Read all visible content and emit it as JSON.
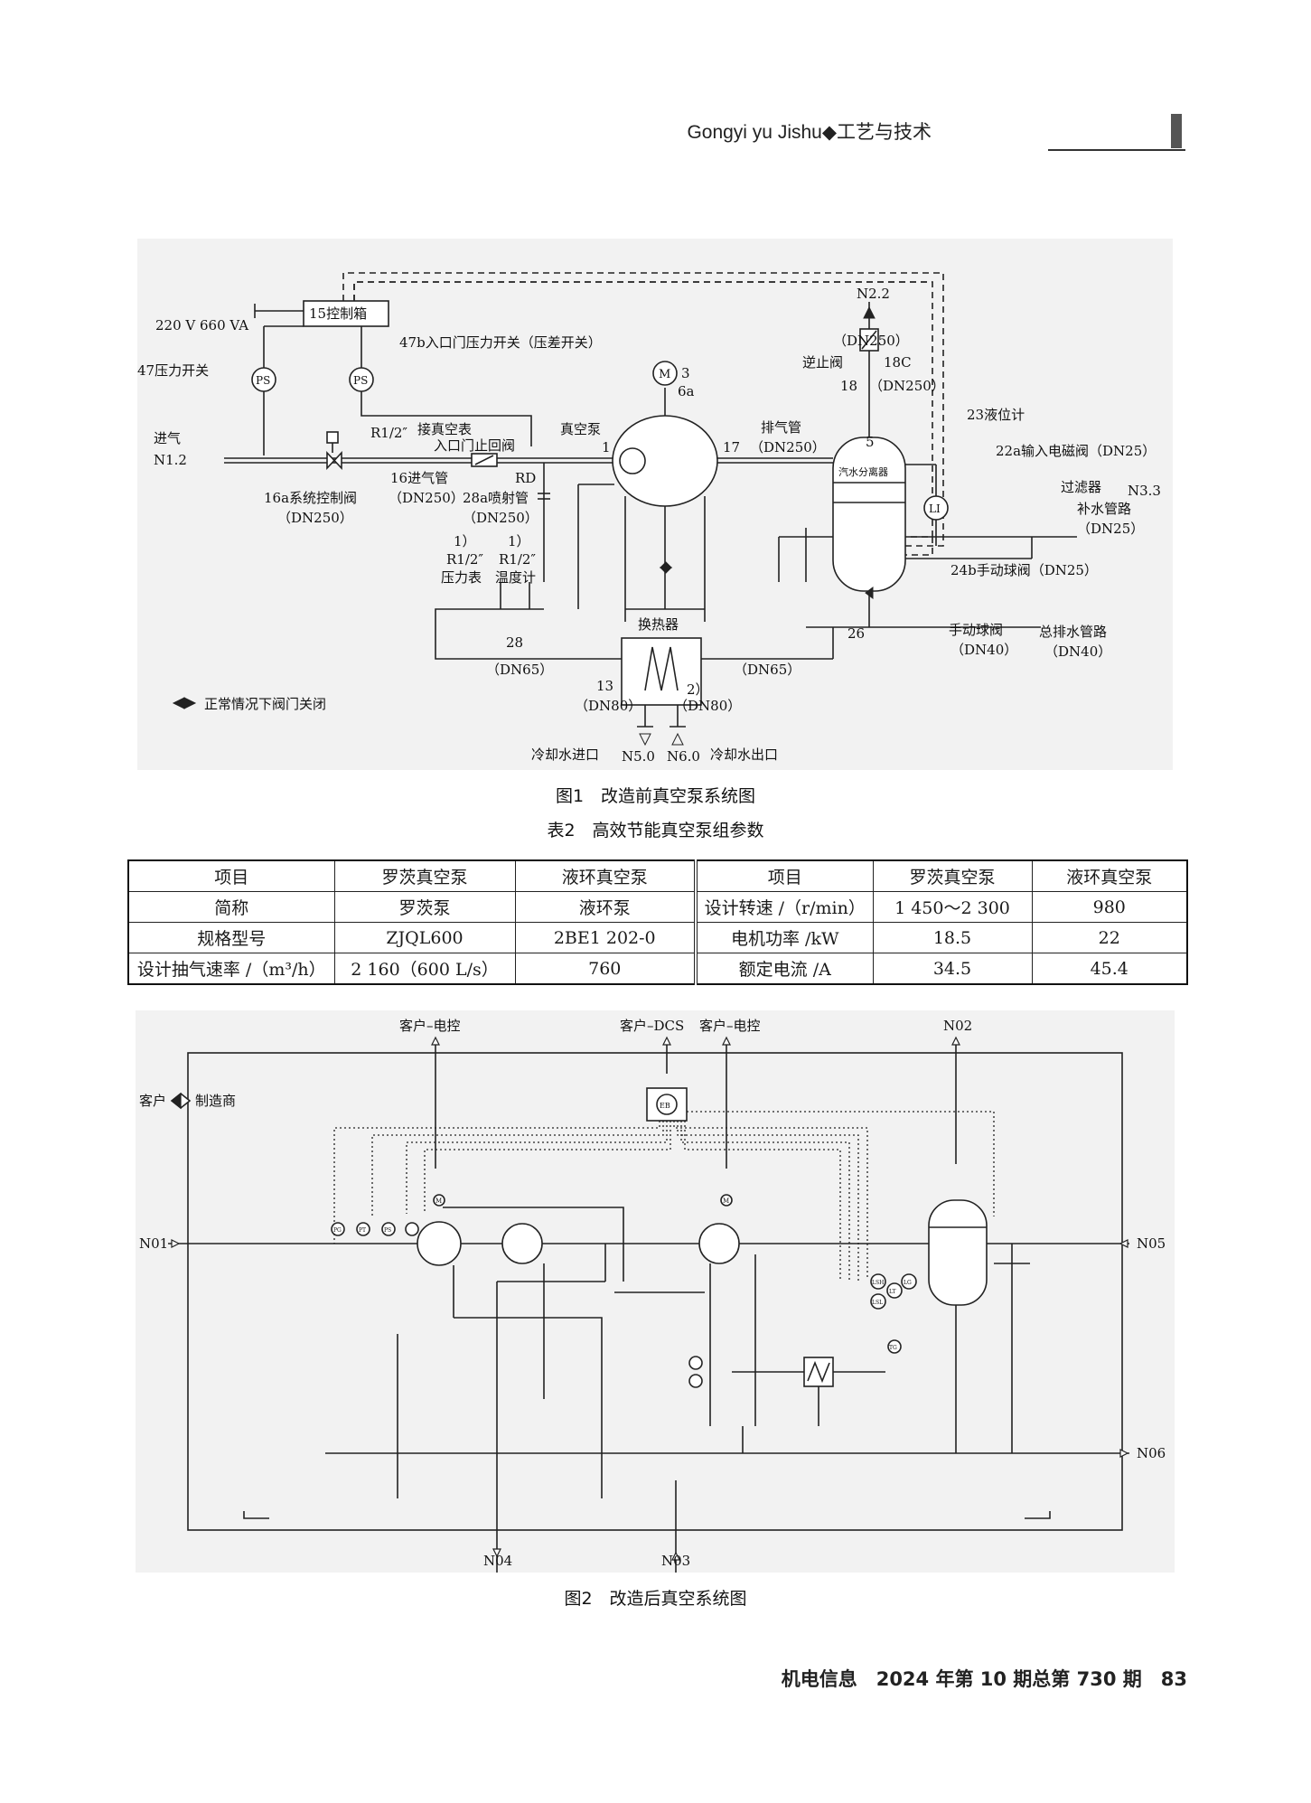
{
  "header": {
    "running_title": "Gongyi yu Jishu◆工艺与技术"
  },
  "figure1": {
    "caption": "图1　改造前真空泵系统图",
    "labels": {
      "power": "220 V 660 VA",
      "control_box": "15控制箱",
      "ps47": "47压力开关",
      "ps47b": "47b入口门压力开关（压差开关）",
      "ps": "PS",
      "inlet": "进气",
      "n12": "N1.2",
      "r12a": "R1/2″",
      "vac_gauge": "接真空表",
      "check_valve_inlet": "入口门止回阀",
      "pipe16": "16进气管",
      "dn250a": "（DN250）",
      "ctrl_valve": "16a系统控制阀",
      "dn250b": "（DN250）",
      "rd": "RD",
      "ejector": "28a喷射管",
      "dn250c": "（DN250）",
      "vac_pump": "真空泵",
      "motor_m": "M",
      "motor_no": "3",
      "motor_6a": "6a",
      "pump_no": "1",
      "exhaust_no": "17",
      "exhaust": "排气管",
      "dn250d": "（DN250）",
      "n22": "N2.2",
      "dn250e": "（DN250）",
      "check_valve": "逆止阀",
      "n18c": "18C",
      "n18": "18",
      "dn250f": "（DN250）",
      "level_meter": "23液位计",
      "li": "LI",
      "sep_no": "5",
      "separator": "汽水分离器",
      "solenoid": "22a输入电磁阀（DN25）",
      "filter": "过滤器",
      "n33": "N3.3",
      "makeup": "补水管路",
      "dn25": "（DN25）",
      "ball_valve": "24b手动球阀（DN25）",
      "one_a": "1）",
      "one_b": "1）",
      "r12b": "R1/2″",
      "r12c": "R1/2″",
      "pressure_gauge": "压力表",
      "thermometer": "温度计",
      "hx": "换热器",
      "n28": "28",
      "dn65a": "（DN65）",
      "n26": "26",
      "dn65b": "（DN65）",
      "manual_valve": "手动球阀",
      "dn40a": "（DN40）",
      "drain": "总排水管路",
      "dn40b": "（DN40）",
      "n13": "13",
      "two": "2）",
      "dn80a": "（DN80）",
      "dn80b": "（DN80）",
      "legend": "正常情况下阀门关闭",
      "cw_in": "冷却水进口",
      "n50": "N5.0",
      "n60": "N6.0",
      "cw_out": "冷却水出口"
    }
  },
  "table": {
    "title": "表2　高效节能真空泵组参数",
    "header": [
      "项目",
      "罗茨真空泵",
      "液环真空泵",
      "项目",
      "罗茨真空泵",
      "液环真空泵"
    ],
    "rows": [
      [
        "简称",
        "罗茨泵",
        "液环泵",
        "设计转速 /（r/min）",
        "1 450～2 300",
        "980"
      ],
      [
        "规格型号",
        "ZJQL600",
        "2BE1 202-0",
        "电机功率 /kW",
        "18.5",
        "22"
      ],
      [
        "设计抽气速率 /（m³/h）",
        "2 160（600 L/s）",
        "760",
        "额定电流 /A",
        "34.5",
        "45.4"
      ]
    ]
  },
  "figure2": {
    "caption": "图2　改造后真空系统图",
    "labels": {
      "client_ctrl_1": "客户–电控",
      "client_dcs": "客户–DCS",
      "client_ctrl_2": "客户–电控",
      "n02": "N02",
      "client": "客户",
      "maker": "制造商",
      "eb": "EB",
      "n01": "N01",
      "n05": "N05",
      "n06": "N06",
      "n04": "N04",
      "n03": "N03",
      "pg": "PG",
      "pt": "PT",
      "ps": "PS",
      "tg": "TG",
      "lsh": "LSH",
      "lsl": "LSL",
      "lt": "LT",
      "lg": "LG",
      "m": "M"
    }
  },
  "footer": {
    "text": "机电信息　2024 年第 10 期总第 730 期　83"
  }
}
